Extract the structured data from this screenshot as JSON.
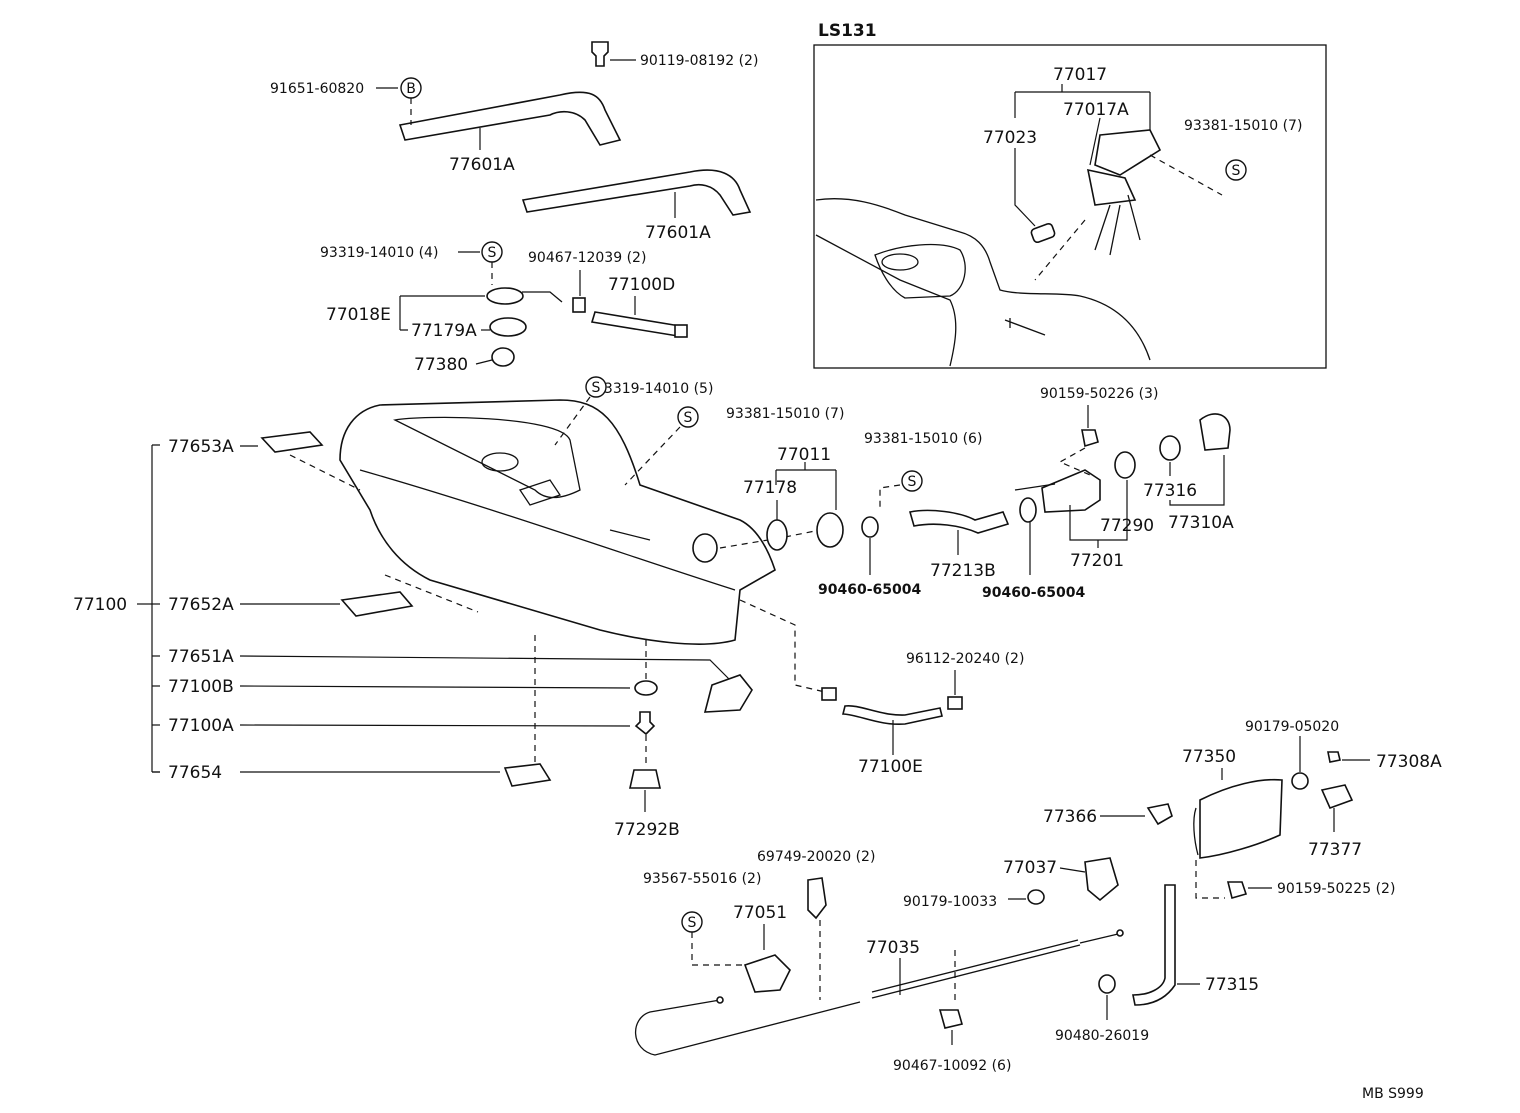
{
  "inset_code": "LS131",
  "footer_code": "MB S999",
  "symbols": {
    "S": "S",
    "B": "B"
  },
  "labels": {
    "p91651_60820": "91651-60820",
    "p90119_08192": "90119-08192 (2)",
    "p77601A_1": "77601A",
    "p77601A_2": "77601A",
    "p93319_14010_4": "93319-14010 (4)",
    "p90467_12039": "90467-12039 (2)",
    "p77100D": "77100D",
    "p77018E": "77018E",
    "p77179A": "77179A",
    "p77380": "77380",
    "p93319_14010_5": "93319-14010 (5)",
    "p93381_15010_7b": "93381-15010 (7)",
    "p77653A": "77653A",
    "p77100": "77100",
    "p77652A": "77652A",
    "p77651A": "77651A",
    "p77100B": "77100B",
    "p77100A": "77100A",
    "p77654": "77654",
    "p77292B": "77292B",
    "p77011": "77011",
    "p77178": "77178",
    "p93381_15010_6": "93381-15010 (6)",
    "p90460_65004_1": "90460-65004",
    "p77213B": "77213B",
    "p90159_50226": "90159-50226 (3)",
    "p77316": "77316",
    "p77290": "77290",
    "p77310A": "77310A",
    "p77201": "77201",
    "p90460_65004_2": "90460-65004",
    "p96112_20240": "96112-20240 (2)",
    "p77100E": "77100E",
    "p77017": "77017",
    "p77017A": "77017A",
    "p77023": "77023",
    "p93381_15010_7a": "93381-15010 (7)",
    "p90179_05020": "90179-05020",
    "p77350": "77350",
    "p77308A": "77308A",
    "p77366": "77366",
    "p77377": "77377",
    "p90159_50225": "90159-50225 (2)",
    "p77037": "77037",
    "p90179_10033": "90179-10033",
    "p93567_55016": "93567-55016 (2)",
    "p69749_20020": "69749-20020 (2)",
    "p77051": "77051",
    "p77035": "77035",
    "p77315": "77315",
    "p90480_26019": "90480-26019",
    "p90467_10092": "90467-10092 (6)"
  }
}
